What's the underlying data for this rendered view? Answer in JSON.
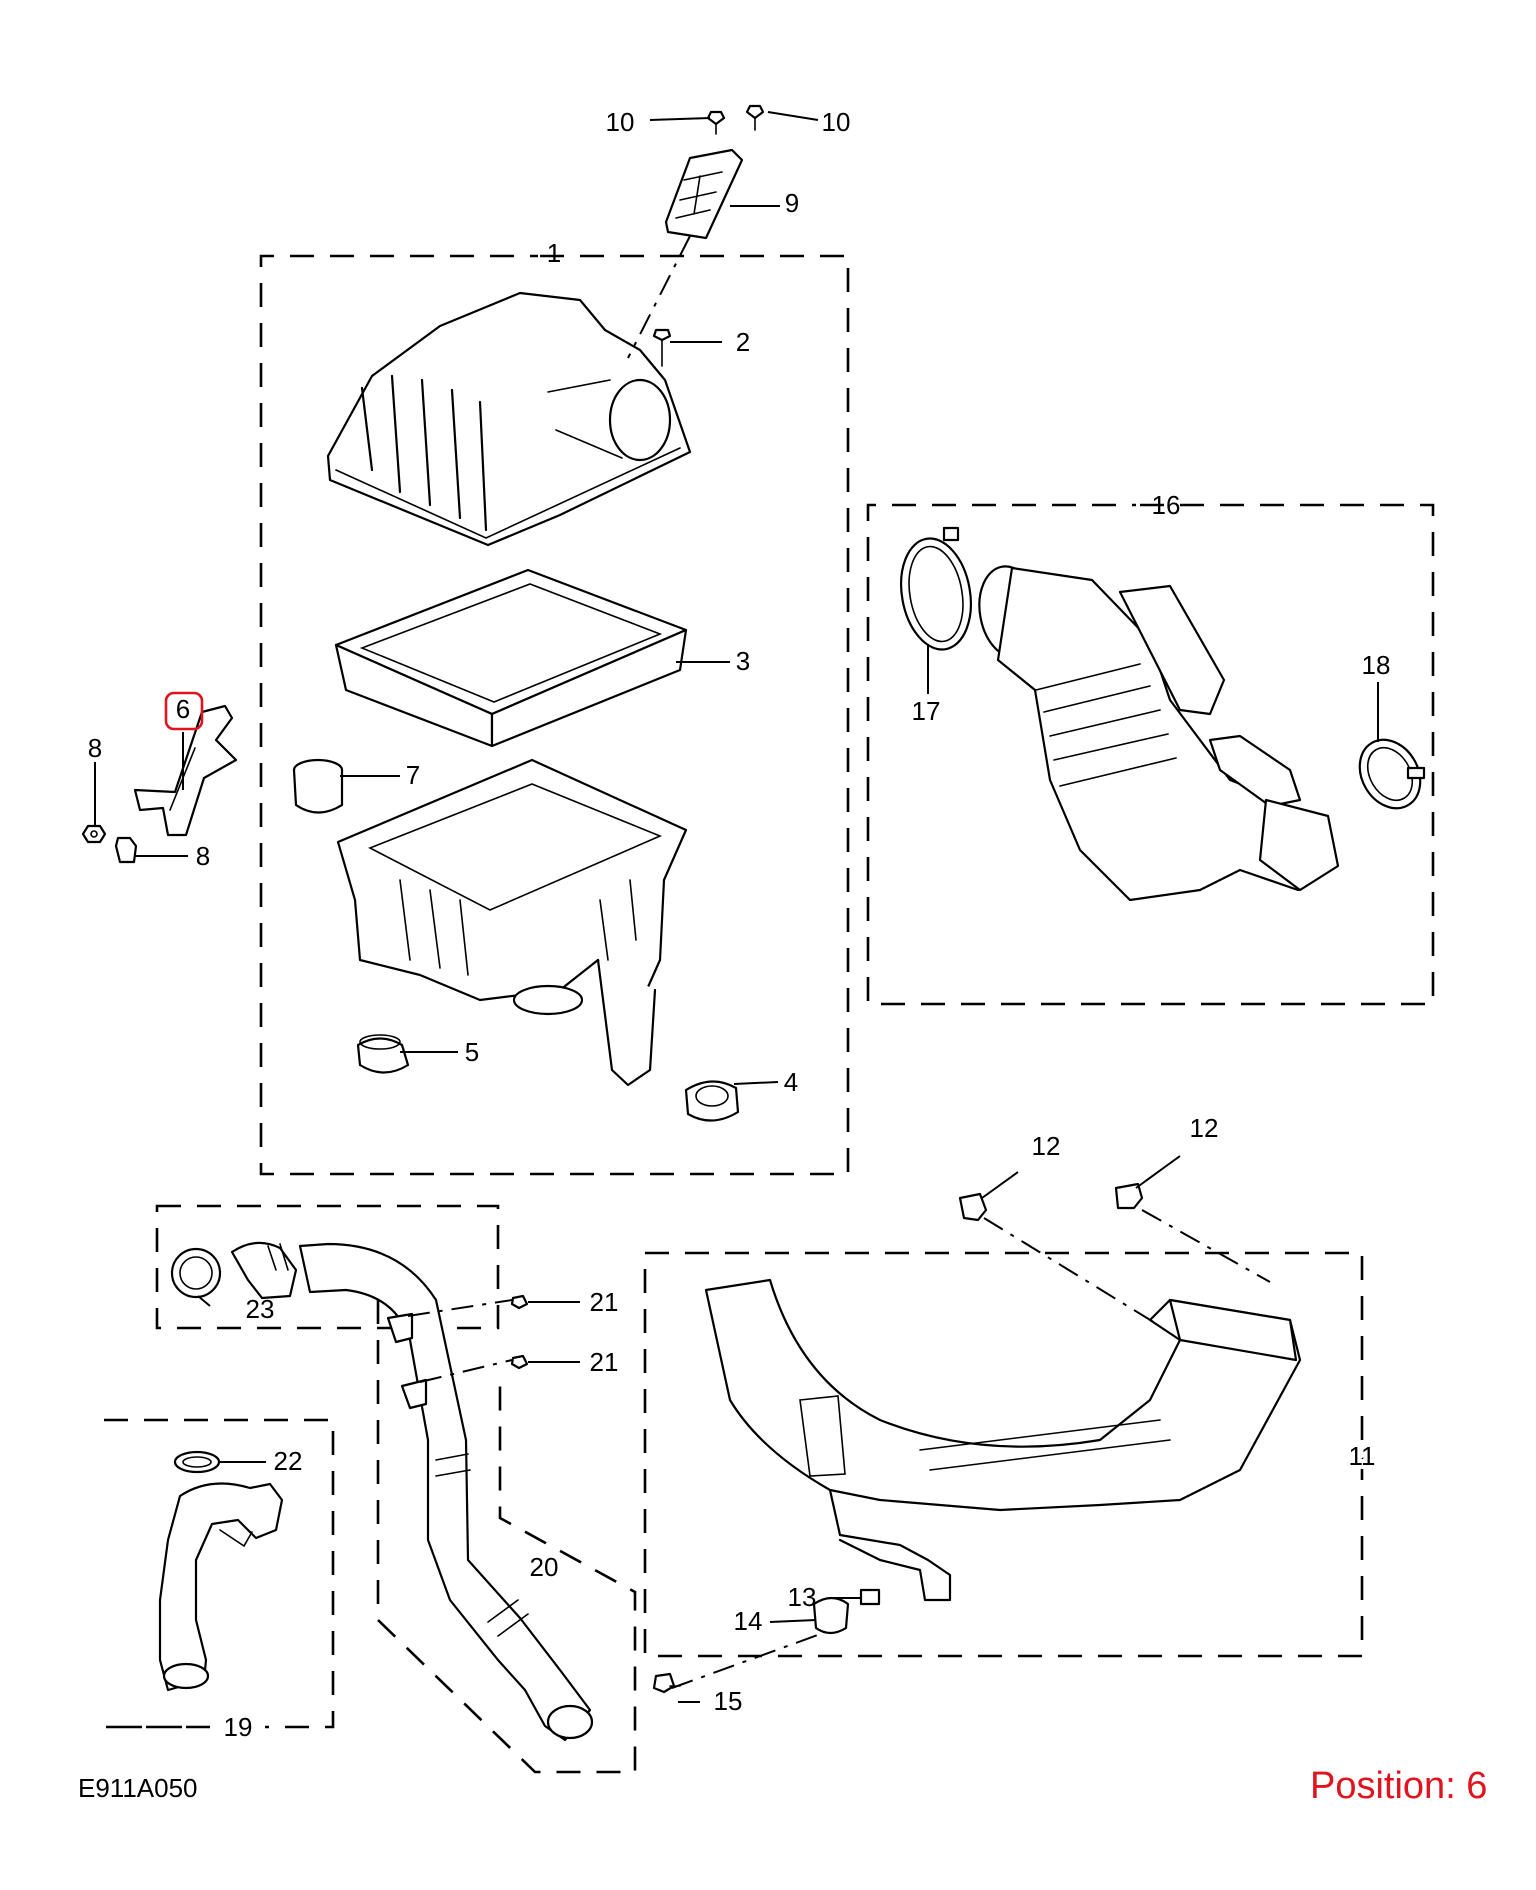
{
  "diagram": {
    "code": "E911A050",
    "position_text": "Position: 6",
    "highlight_color": "#e0141e",
    "callouts": {
      "c1": "1",
      "c2": "2",
      "c3": "3",
      "c4": "4",
      "c5": "5",
      "c6": "6",
      "c7": "7",
      "c8a": "8",
      "c8b": "8",
      "c9": "9",
      "c10a": "10",
      "c10b": "10",
      "c11": "11",
      "c12a": "12",
      "c12b": "12",
      "c13": "13",
      "c14": "14",
      "c15": "15",
      "c16": "16",
      "c17": "17",
      "c18": "18",
      "c19": "19",
      "c20": "20",
      "c21a": "21",
      "c21b": "21",
      "c22": "22",
      "c23": "23"
    }
  }
}
